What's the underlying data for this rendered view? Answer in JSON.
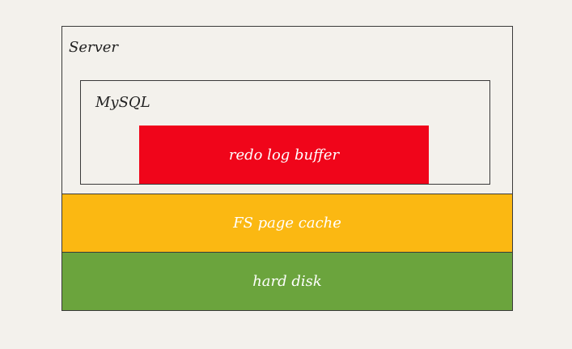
{
  "diagram": {
    "server_label": "Server",
    "mysql_label": "MySQL",
    "redo_label": "redo log buffer",
    "fs_label": "FS page cache",
    "disk_label": "hard disk"
  },
  "colors": {
    "background": "#f3f1ec",
    "redo_log_buffer": "#f0051a",
    "fs_page_cache": "#fbb812",
    "hard_disk": "#6ba43d",
    "border": "#3a3a3a",
    "label_text": "#222222",
    "layer_text": "#ffffff"
  }
}
